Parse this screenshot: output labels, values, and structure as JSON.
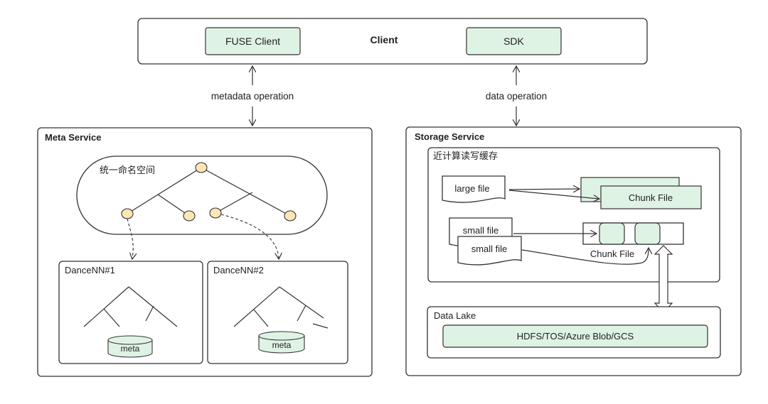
{
  "client": {
    "title": "Client",
    "fuse_label": "FUSE Client",
    "sdk_label": "SDK"
  },
  "connections": {
    "metadata_label": "metadata operation",
    "data_label": "data operation"
  },
  "meta_service": {
    "title": "Meta Service",
    "namespace_label": "统一命名空间",
    "dancenn1_label": "DanceNN#1",
    "dancenn2_label": "DanceNN#2",
    "meta_db1_label": "meta",
    "meta_db2_label": "meta"
  },
  "storage_service": {
    "title": "Storage Service",
    "cache_label": "近计算读写缓存",
    "large_file_label": "large file",
    "small_file1_label": "small file",
    "small_file2_label": "small file",
    "chunk_file_label": "Chunk File",
    "chunk_file2_label": "Chunk File",
    "data_lake_label": "Data Lake",
    "hdfs_label": "HDFS/TOS/Azure Blob/GCS"
  },
  "colors": {
    "green_fill": "#dff3e4",
    "node_fill": "#fbe7b5",
    "stroke": "#333333"
  }
}
